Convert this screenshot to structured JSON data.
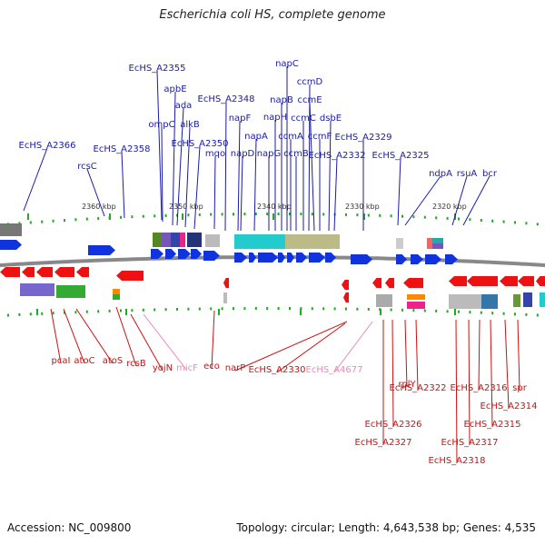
{
  "title": "Escherichia coli HS, complete genome",
  "footer": {
    "accession": "Accession: NC_009800",
    "topology": "Topology: circular; Length: 4,643,538 bp; Genes: 4,535"
  },
  "colors": {
    "forward_label": "#1a1aa6",
    "reverse_label": "#cc1111",
    "rna_label": "#ee88bb",
    "forward_arrow": "#1133dd",
    "reverse_arrow": "#ee1111",
    "backbone": "#888888",
    "tick": "#22aa22"
  },
  "scale_labels": [
    "2360 kbp",
    "2350 kbp",
    "2340 kbp",
    "2330 kbp",
    "2320 kbp"
  ],
  "forward_genes": [
    "EcHS_A2366",
    "rcsC",
    "EcHS_A2358",
    "EcHS_A2355",
    "ompC",
    "apbE",
    "ada",
    "alkB",
    "EcHS_A2350",
    "mqo",
    "EcHS_A2348",
    "napF",
    "napD",
    "napA",
    "napH",
    "napB",
    "napC",
    "napG",
    "ccmA",
    "ccmB",
    "ccmC",
    "ccmD",
    "ccmE",
    "ccmF",
    "EcHS_A2332",
    "dsbE",
    "EcHS_A2329",
    "EcHS_A2325",
    "ndpA",
    "rsuA",
    "bcr"
  ],
  "reverse_genes": [
    "pcaI",
    "atoC",
    "atoS",
    "rcsB",
    "yojN",
    "micF",
    "eco",
    "narP",
    "EcHS_A2330",
    "EcHS_A4677",
    "EcHS_A2326",
    "EcHS_A2327",
    "rplY",
    "EcHS_A2322",
    "EcHS_A2316",
    "EcHS_A2317",
    "EcHS_A2318",
    "EcHS_A2315",
    "EcHS_A2314",
    "spr"
  ]
}
